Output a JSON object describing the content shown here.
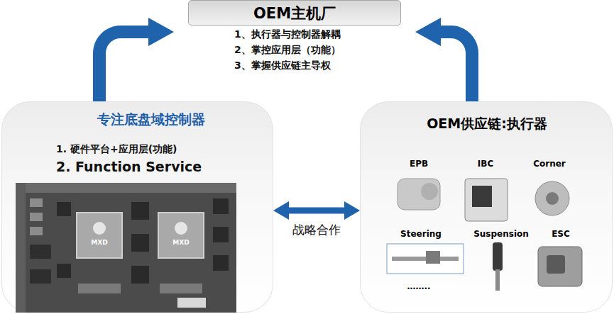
{
  "diagram": {
    "nodes": [
      {
        "text": [
          "OEM主机厂",
          "1、执行器与控制器解耦",
          "2、掌控应用层（功能）",
          "3、掌握供应链主导权"
        ]
      },
      {
        "text": [
          "专注底盘域控制器",
          "1.  硬件平台+应用层(功能)",
          "2. Function Service"
        ]
      },
      {
        "text": [
          "OEM供应链:执行器"
        ]
      }
    ],
    "edges": [
      {
        "from": 1,
        "to": 0,
        "arrow": "to"
      },
      {
        "from": 2,
        "to": 0,
        "arrow": "to"
      },
      {
        "from": 1,
        "to": 2,
        "arrow": "both",
        "label": "战略合作"
      }
    ],
    "labels": [
      "MXD",
      "MXD",
      "EPB",
      "IBC",
      "Corner",
      "Steering",
      "Suspension",
      "ESC",
      "…….."
    ]
  }
}
